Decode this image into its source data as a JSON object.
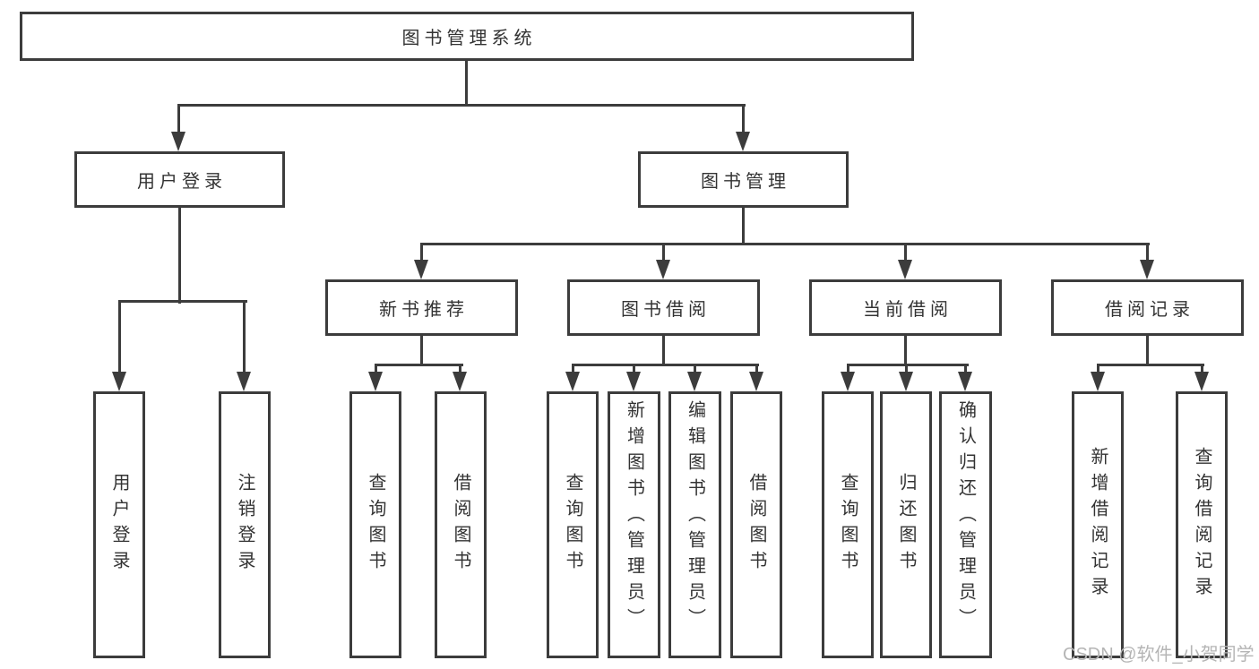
{
  "diagram_type": "hierarchy-tree",
  "colors": {
    "line": "#3c3c3c",
    "box_border": "#3c3c3c",
    "text": "#333333",
    "background": "#ffffff",
    "watermark": "#b5b5b5"
  },
  "root": {
    "label": "图书管理系统"
  },
  "level2": [
    {
      "label": "用户登录"
    },
    {
      "label": "图书管理"
    }
  ],
  "level3": [
    {
      "label": "新书推荐"
    },
    {
      "label": "图书借阅"
    },
    {
      "label": "当前借阅"
    },
    {
      "label": "借阅记录"
    }
  ],
  "leaves": [
    {
      "label": "用户登录",
      "parent": "用户登录"
    },
    {
      "label": "注销登录",
      "parent": "用户登录"
    },
    {
      "label": "查询图书",
      "parent": "新书推荐"
    },
    {
      "label": "借阅图书",
      "parent": "新书推荐"
    },
    {
      "label": "查询图书",
      "parent": "图书借阅"
    },
    {
      "label": "新增图书（管理员）",
      "parent": "图书借阅"
    },
    {
      "label": "编辑图书（管理员）",
      "parent": "图书借阅"
    },
    {
      "label": "借阅图书",
      "parent": "图书借阅"
    },
    {
      "label": "查询图书",
      "parent": "当前借阅"
    },
    {
      "label": "归还图书",
      "parent": "当前借阅"
    },
    {
      "label": "确认归还（管理员）",
      "parent": "当前借阅"
    },
    {
      "label": "新增借阅记录",
      "parent": "借阅记录"
    },
    {
      "label": "查询借阅记录",
      "parent": "借阅记录"
    }
  ],
  "watermark": {
    "text": "CSDN @软件_小贺同学"
  }
}
